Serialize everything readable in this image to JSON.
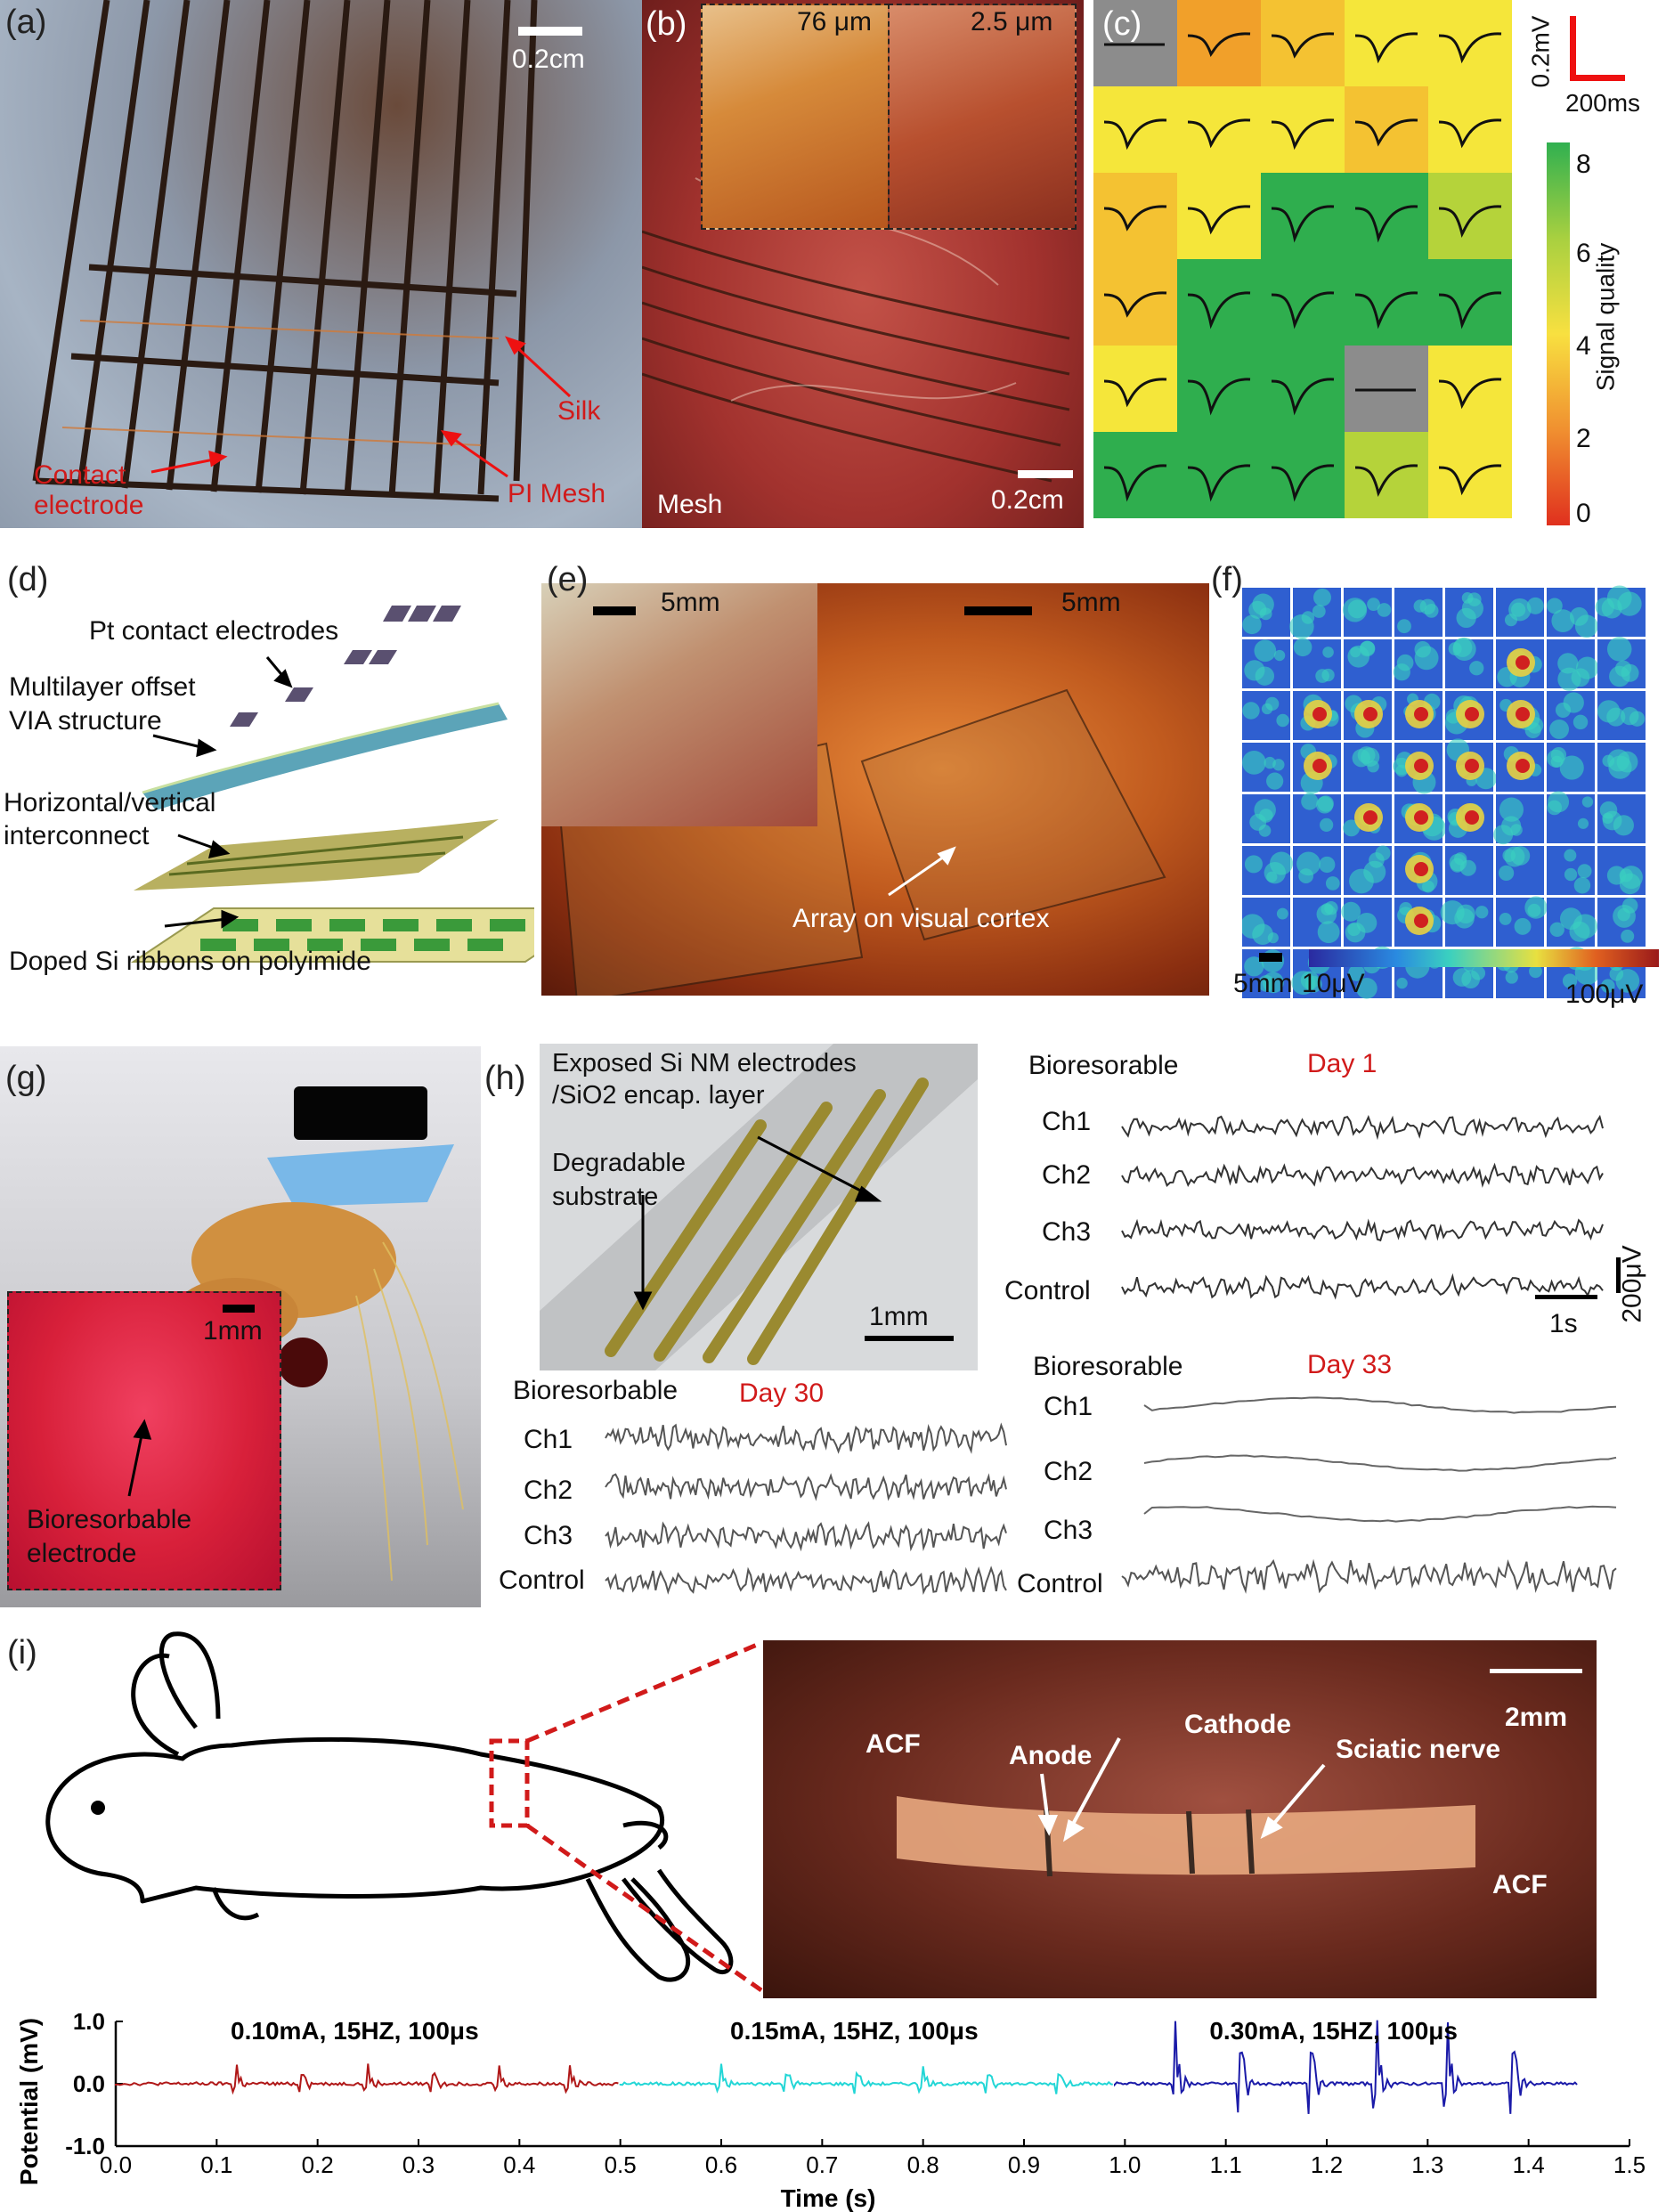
{
  "panels": {
    "a": {
      "label": "(a)",
      "scale": "0.2cm",
      "silk": "Silk",
      "pi_mesh": "PI Mesh",
      "contact": "Contact\nelectrode"
    },
    "b": {
      "label": "(b)",
      "inset1": "76 μm",
      "inset2": "2.5 μm",
      "mesh": "Mesh",
      "scale": "0.2cm"
    },
    "c": {
      "label": "(c)",
      "scale_v": "0.2mV",
      "scale_t": "200ms",
      "colorbar_title": "Signal quality",
      "ticks": [
        "8",
        "6",
        "4",
        "2",
        "0"
      ],
      "grid": [
        [
          -1,
          4,
          4.5,
          6,
          6
        ],
        [
          6,
          5.5,
          6,
          5,
          5.5
        ],
        [
          4.5,
          5.5,
          8,
          8,
          6.5
        ],
        [
          4.5,
          8,
          8,
          8,
          8
        ],
        [
          5.5,
          8,
          8,
          -1,
          6
        ],
        [
          8,
          8,
          8,
          6.5,
          6
        ]
      ]
    },
    "d": {
      "label": "(d)",
      "l1": "Pt contact electrodes",
      "l2": "Multilayer offset",
      "l2b": "VIA structure",
      "l3": "Horizontal/vertical",
      "l3b": "interconnect",
      "l4": "Doped Si ribbons on polyimide"
    },
    "e": {
      "label": "(e)",
      "scale1": "5mm",
      "scale2": "5mm",
      "array": "Array on visual cortex"
    },
    "f": {
      "label": "(f)",
      "scale": "5mm",
      "min": "10μV",
      "max": "100μV"
    },
    "g": {
      "label": "(g)",
      "scale": "1mm",
      "electrode": "Bioresorbable\nelectrode"
    },
    "h": {
      "label": "(h)",
      "exposed": "Exposed Si NM electrodes\n/SiO2 encap. layer",
      "degradable": "Degradable\nsubstrate",
      "scale": "1mm",
      "bio1": "Bioresorable",
      "day1": "Day 1",
      "bio30": "Bioresorbable",
      "day30": "Day 30",
      "bio33": "Bioresorable",
      "day33": "Day 33",
      "channels": [
        "Ch1",
        "Ch2",
        "Ch3",
        "Control"
      ],
      "scale_t": "1s",
      "scale_v": "200μV"
    },
    "i": {
      "label": "(i)",
      "acf1": "ACF",
      "anode": "Anode",
      "cathode": "Cathode",
      "sciatic": "Sciatic nerve",
      "acf2": "ACF",
      "scale": "2mm"
    }
  },
  "chart_data": {
    "type": "line",
    "xlabel": "Time (s)",
    "ylabel": "Potential (mV)",
    "xlim": [
      0.0,
      1.5
    ],
    "ylim": [
      -1.0,
      1.0
    ],
    "xticks": [
      "0.0",
      "0.1",
      "0.2",
      "0.3",
      "0.4",
      "0.5",
      "0.6",
      "0.7",
      "0.8",
      "0.9",
      "1.0",
      "1.1",
      "1.2",
      "1.3",
      "1.4",
      "1.5"
    ],
    "yticks": [
      "1.0",
      "0.0",
      "-1.0"
    ],
    "series": [
      {
        "name": "0.10mA, 15HZ, 100μs",
        "color": "#b01818",
        "x_range": [
          0.0,
          0.5
        ],
        "spikes": [
          0.12,
          0.185,
          0.25,
          0.315,
          0.38,
          0.45
        ],
        "amp": 0.3
      },
      {
        "name": "0.15mA, 15HZ, 100μs",
        "color": "#22d6d6",
        "x_range": [
          0.5,
          0.99
        ],
        "spikes": [
          0.6,
          0.665,
          0.735,
          0.8,
          0.865,
          0.935
        ],
        "amp": 0.3
      },
      {
        "name": "0.30mA, 15HZ, 100μs",
        "color": "#1a1aa8",
        "x_range": [
          0.99,
          1.45
        ],
        "spikes": [
          1.05,
          1.115,
          1.185,
          1.25,
          1.32,
          1.385
        ],
        "amp": 1.0
      }
    ]
  },
  "colors": {
    "label_red": "#d11a1a"
  }
}
